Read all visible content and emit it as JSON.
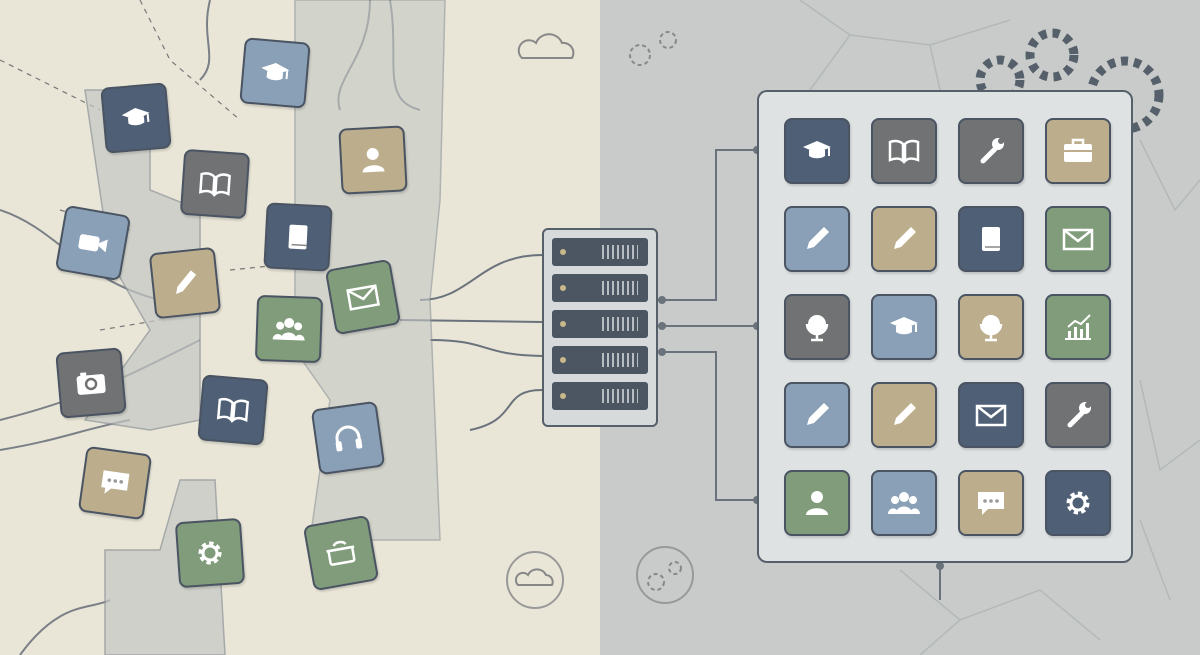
{
  "colors": {
    "left_bg": "#e9e6d8",
    "right_bg": "#c8cbca",
    "navy": "#4f5f75",
    "slate": "#8aa0b6",
    "tan": "#bcae8d",
    "green": "#809c7a",
    "grey": "#707273",
    "line": "#56606b"
  },
  "scattered_tiles": [
    {
      "icon": "graduation-cap",
      "color": "navy"
    },
    {
      "icon": "graduation-cap",
      "color": "slate"
    },
    {
      "icon": "user",
      "color": "tan"
    },
    {
      "icon": "book-open",
      "color": "grey"
    },
    {
      "icon": "video-camera",
      "color": "slate"
    },
    {
      "icon": "book",
      "color": "navy"
    },
    {
      "icon": "pencil",
      "color": "tan"
    },
    {
      "icon": "envelope",
      "color": "green"
    },
    {
      "icon": "users",
      "color": "green"
    },
    {
      "icon": "camera",
      "color": "grey"
    },
    {
      "icon": "book-open",
      "color": "navy"
    },
    {
      "icon": "headphones",
      "color": "slate"
    },
    {
      "icon": "chat",
      "color": "tan"
    },
    {
      "icon": "gear",
      "color": "green"
    },
    {
      "icon": "pot",
      "color": "green"
    }
  ],
  "grid_tiles": [
    {
      "icon": "graduation-cap",
      "color": "navy"
    },
    {
      "icon": "book-open",
      "color": "grey"
    },
    {
      "icon": "wrench",
      "color": "grey"
    },
    {
      "icon": "briefcase",
      "color": "tan"
    },
    {
      "icon": "pencil",
      "color": "slate"
    },
    {
      "icon": "pencil",
      "color": "tan"
    },
    {
      "icon": "book",
      "color": "navy"
    },
    {
      "icon": "envelope",
      "color": "green"
    },
    {
      "icon": "globe",
      "color": "grey"
    },
    {
      "icon": "graduation-cap",
      "color": "slate"
    },
    {
      "icon": "globe",
      "color": "tan"
    },
    {
      "icon": "chart",
      "color": "green"
    },
    {
      "icon": "pencil",
      "color": "slate"
    },
    {
      "icon": "pencil",
      "color": "tan"
    },
    {
      "icon": "envelope",
      "color": "navy"
    },
    {
      "icon": "wrench",
      "color": "grey"
    },
    {
      "icon": "user",
      "color": "green"
    },
    {
      "icon": "users",
      "color": "slate"
    },
    {
      "icon": "chat",
      "color": "tan"
    },
    {
      "icon": "gear",
      "color": "navy"
    }
  ],
  "server_units": 5
}
